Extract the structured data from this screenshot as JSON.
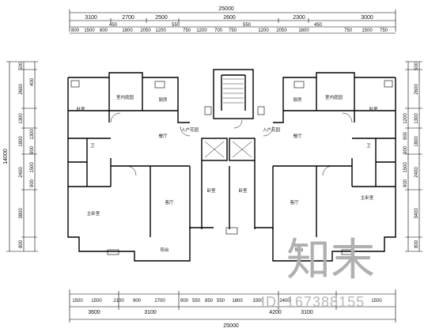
{
  "dimensions": {
    "overall_top": "25000",
    "overall_bottom": "25000",
    "top_row1": [
      "3100",
      "2700",
      "2500",
      "2600",
      "2300",
      "3000"
    ],
    "top_row2": [
      "800",
      "1500",
      "800",
      "450",
      "1800",
      "2050",
      "1200",
      "550",
      "750",
      "1200",
      "700",
      "750",
      "550",
      "1200",
      "2050",
      "1800",
      "450",
      "750",
      "1500",
      "750"
    ],
    "bottom_row1": [
      "1500",
      "1500",
      "2100",
      "900",
      "2700",
      "900",
      "550",
      "850",
      "550",
      "1800",
      "3300",
      "2400",
      "1500"
    ],
    "bottom_row2": [
      "3600",
      "3100",
      "4200",
      "3100"
    ],
    "left_total": "14000",
    "left_outer": [
      "500",
      "2600",
      "1300",
      "1800",
      "2400",
      "3800",
      "800"
    ],
    "left_inner": [
      "400",
      "1300",
      "900",
      "1500",
      "900"
    ],
    "right_outer": [
      "500",
      "2600",
      "1300",
      "1800",
      "2400",
      "3400",
      "800"
    ],
    "right_inner": [
      "1200",
      "900",
      "900",
      "1500",
      "900"
    ]
  },
  "rooms": {
    "bedroom_top_left": "卧室",
    "study_left": "室内庭园",
    "kitchen_left": "厨房",
    "dining_left": "餐厅",
    "wc_left": "卫",
    "entry_left": "入户花园",
    "master_left": "主卧室",
    "living_left": "客厅",
    "bedroom_mid_left": "卧室",
    "bedroom_mid_right": "卧室",
    "entry_right": "入户花园",
    "dining_right": "餐厅",
    "kitchen_right": "厨房",
    "study_right": "室内庭园",
    "bedroom_top_right": "卧室",
    "living_right": "客厅",
    "master_right": "主卧室",
    "balcony_left": "阳台",
    "balcony_right": "阳台",
    "wc_right": "卫"
  },
  "watermark": {
    "chars": "知末",
    "id": "ID: 167388155"
  }
}
